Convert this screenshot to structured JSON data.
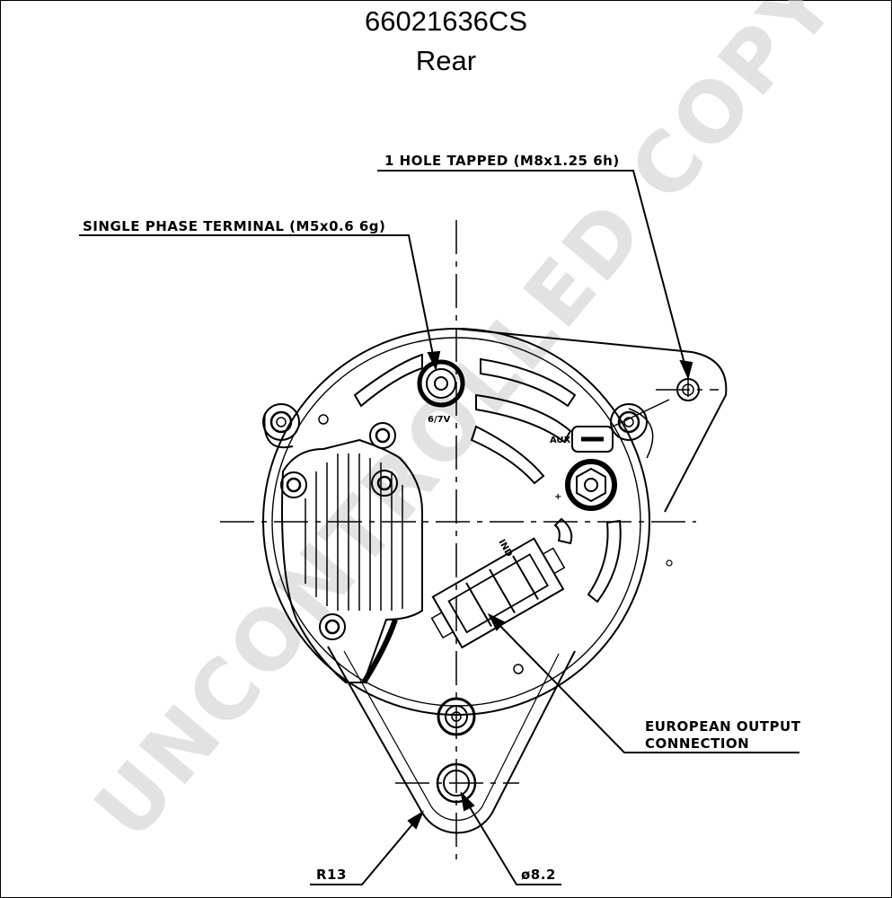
{
  "title": {
    "part_number": "66021636CS",
    "view": "Rear"
  },
  "labels": {
    "hole_tapped": "1 HOLE TAPPED (M8x1.25 6h)",
    "single_phase": "SINGLE PHASE TERMINAL (M5x0.6 6g)",
    "european_output_1": "EUROPEAN OUTPUT",
    "european_output_2": "CONNECTION",
    "radius": "R13",
    "diameter": "ø8.2",
    "voltage": "6/7V",
    "aux": "AUX",
    "plus": "+",
    "ind": "IND"
  },
  "watermark": "UNCONTROLLED COPY"
}
